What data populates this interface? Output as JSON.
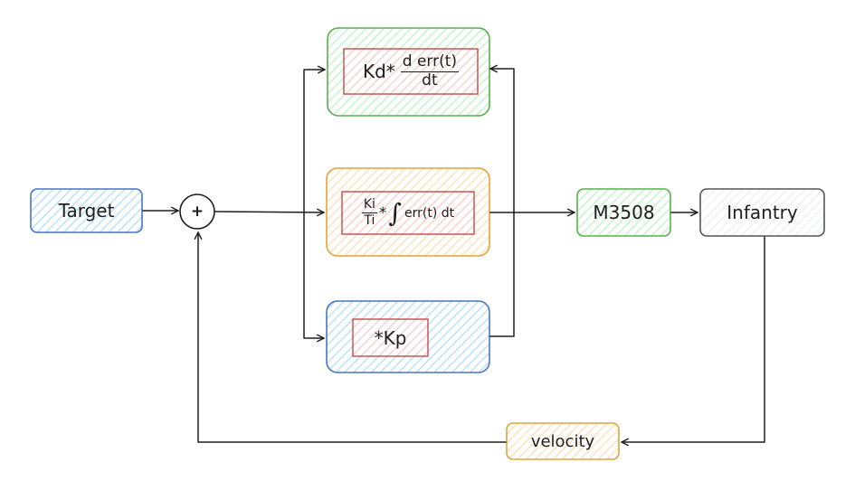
{
  "nodes": {
    "target": "Target",
    "sum": "+",
    "derivative": {
      "coef": "Kd*",
      "numerator": "d err(t)",
      "denominator": "dt"
    },
    "integral": {
      "ratio_num": "Ki",
      "ratio_den": "Ti",
      "times": "*",
      "integral_sign": "∫",
      "integrand": "err(t) dt"
    },
    "proportional": "*Kp",
    "motor": "M3508",
    "plant": "Infantry",
    "feedback": "velocity"
  },
  "colors": {
    "blue_fill": "#a5d8ff",
    "blue_stroke": "#4a74c9",
    "green_fill": "#b2f2bb",
    "green_stroke": "#5aad4e",
    "orange_fill": "#ffd8a8",
    "orange_stroke": "#e0a43a",
    "red_fill": "#ffc9c9",
    "red_stroke": "#c44a4a",
    "gray_stroke": "#555555"
  }
}
